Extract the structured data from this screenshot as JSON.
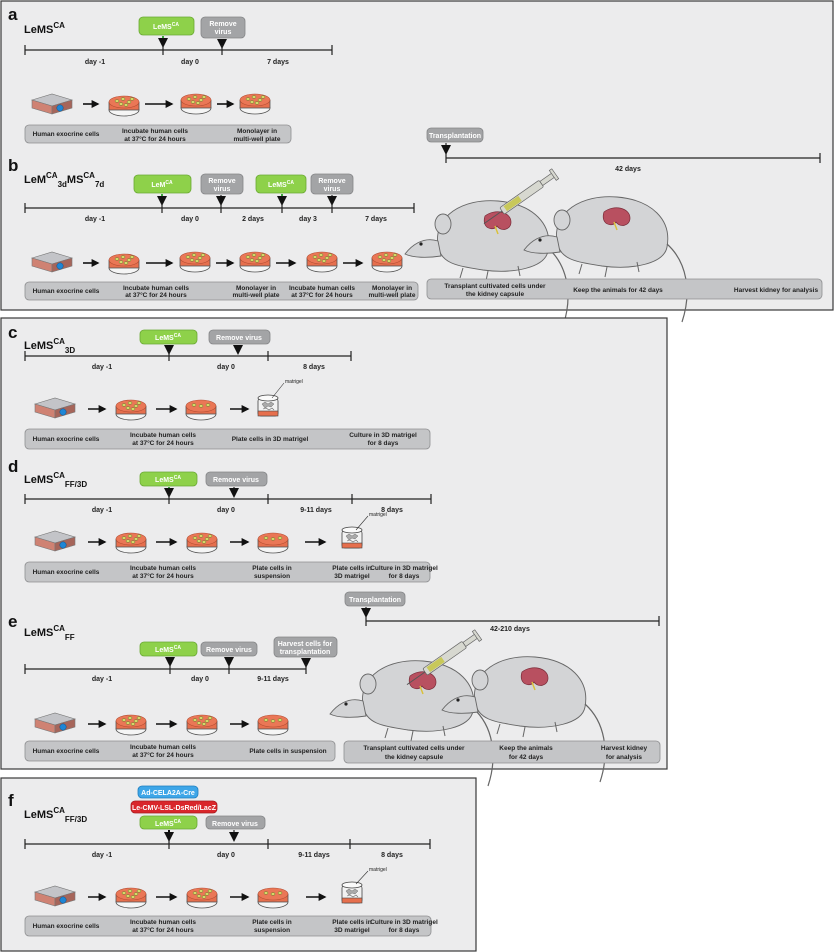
{
  "colors": {
    "green_button": "#8ed14a",
    "gray_button": "#a3a4a6",
    "blue_button": "#3ea6e8",
    "red_button": "#d9262b",
    "panel_bg": "#ececed",
    "dish_red": "#e66f4d",
    "cell_yellow": "#d8d86a"
  },
  "panel_a": {
    "letter": "a",
    "title": "LeMS",
    "title_sup": "CA",
    "btn_lems": "LeMS",
    "btn_lems_sup": "CA",
    "btn_remove_1": "Remove",
    "btn_remove_2": "virus",
    "t1": "day -1",
    "t2": "day 0",
    "t3": "7 days",
    "c1": "Human exocrine cells",
    "c2a": "Incubate human cells",
    "c2b": "at 37°C for 24 hours",
    "c3a": "Monolayer in",
    "c3b": "multi-well plate"
  },
  "panel_b": {
    "letter": "b",
    "title_1": "LeM",
    "title_sup_1": "CA",
    "title_sub_1": "3d",
    "title_2": "MS",
    "title_sup_2": "CA",
    "title_sub_2": "7d",
    "btn_lem": "LeM",
    "btn_lem_sup": "CA",
    "btn_lems": "LeMS",
    "btn_lems_sup": "CA",
    "btn_remove_1": "Remove",
    "btn_remove_2": "virus",
    "t1": "day -1",
    "t2": "day 0",
    "t3": "2 days",
    "t4": "day 3",
    "t5": "7 days",
    "c1": "Human exocrine cells",
    "c2a": "Incubate human cells",
    "c2b": "at 37°C for 24 hours",
    "c3a": "Monolayer in",
    "c3b": "multi-well plate",
    "c4a": "Incubate human cells",
    "c4b": "at 37°C for 24 hours",
    "c5a": "Monolayer in",
    "c5b": "multi-well plate"
  },
  "transplant_top": {
    "btn": "Transplantation",
    "t1": "42 days",
    "c1a": "Transplant cultivated cells under",
    "c1b": "the kidney capsule",
    "c2": "Keep the animals for 42 days",
    "c3": "Harvest kidney for analysis"
  },
  "panel_c": {
    "letter": "c",
    "title": "LeMS",
    "title_sup": "CA",
    "title_sub": "3D",
    "btn_lems": "LeMS",
    "btn_lems_sup": "CA",
    "btn_remove": "Remove virus",
    "t1": "day -1",
    "t2": "day 0",
    "t3": "8 days",
    "matrigel": "matrigel",
    "c1": "Human exocrine cells",
    "c2a": "Incubate human cells",
    "c2b": "at 37°C for 24 hours",
    "c3": "Plate cells in 3D matrigel",
    "c4a": "Culture in 3D matrigel",
    "c4b": "for 8 days"
  },
  "panel_d": {
    "letter": "d",
    "title": "LeMS",
    "title_sup": "CA",
    "title_sub": "FF/3D",
    "btn_lems": "LeMS",
    "btn_lems_sup": "CA",
    "btn_remove": "Remove virus",
    "t1": "day -1",
    "t2": "day 0",
    "t3": "9-11 days",
    "t4": "8 days",
    "matrigel": "matrigel",
    "c1": "Human exocrine cells",
    "c2a": "Incubate human cells",
    "c2b": "at 37°C for 24 hours",
    "c3a": "Plate cells in",
    "c3b": "suspension",
    "c4a": "Plate cells in",
    "c4b": "3D matrigel",
    "c5a": "Culture in 3D matrigel",
    "c5b": "for 8 days"
  },
  "panel_e": {
    "letter": "e",
    "title": "LeMS",
    "title_sup": "CA",
    "title_sub": "FF",
    "btn_lems": "LeMS",
    "btn_lems_sup": "CA",
    "btn_remove": "Remove virus",
    "btn_harvest_1": "Harvest cells for",
    "btn_harvest_2": "transplantation",
    "t1": "day -1",
    "t2": "day 0",
    "t3": "9-11 days",
    "c1": "Human exocrine cells",
    "c2a": "Incubate human cells",
    "c2b": "at 37°C for 24 hours",
    "c3": "Plate cells in suspension"
  },
  "transplant_bottom": {
    "btn": "Transplantation",
    "t1": "42-210 days",
    "c1a": "Transplant cultivated cells under",
    "c1b": "the kidney capsule",
    "c2a": "Keep the animals",
    "c2b": "for 42 days",
    "c3a": "Harvest kidney",
    "c3b": "for analysis"
  },
  "panel_f": {
    "letter": "f",
    "title": "LeMS",
    "title_sup": "CA",
    "title_sub": "FF/3D",
    "btn_ad": "Ad-CELA2A-Cre",
    "btn_le": "Le-CMV-LSL-DsRed/LacZ",
    "btn_lems": "LeMS",
    "btn_lems_sup": "CA",
    "btn_remove": "Remove virus",
    "t1": "day -1",
    "t2": "day 0",
    "t3": "9-11 days",
    "t4": "8 days",
    "matrigel": "matrigel",
    "c1": "Human exocrine cells",
    "c2a": "Incubate human cells",
    "c2b": "at 37°C for 24 hours",
    "c3a": "Plate cells in",
    "c3b": "suspension",
    "c4a": "Plate cells in",
    "c4b": "3D matrigel",
    "c5a": "Culture in 3D matrigel",
    "c5b": "for 8 days"
  }
}
